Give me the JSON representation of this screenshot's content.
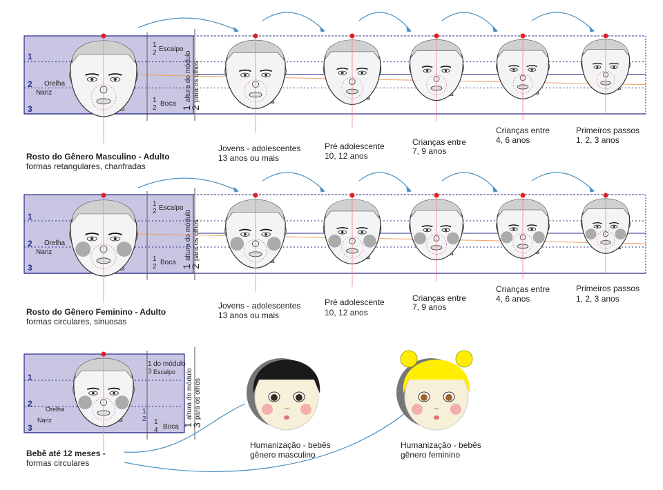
{
  "colors": {
    "panel": "#c9c6e3",
    "guide": "#2a2a8a",
    "accent_line": "#f0a060",
    "arrow": "#4a90c0",
    "center_dot": "#e02020",
    "hair_boy": "#1a1a1a",
    "hair_girl": "#ffee00"
  },
  "rows": [
    {
      "title": "Rosto do Gênero Masculino - Adulto",
      "subtitle": "formas retangulares, chanfradas",
      "annotations": {
        "scalp_fraction_num": "1",
        "scalp_fraction_den": "2",
        "scalp": "Escalpo",
        "ear": "Orelha",
        "nose": "Nariz",
        "mouth_fraction_num": "1",
        "mouth_fraction_den": "2",
        "mouth": "Boca",
        "module_num": "1",
        "module_den": "2",
        "module_line1": "altura do módulo",
        "module_line2": "para os olhos"
      },
      "module_numbers": [
        "1",
        "2",
        "3"
      ],
      "stages": [
        {
          "line1": "Jovens - adolescentes",
          "line2": "13 anos ou mais"
        },
        {
          "line1": "Pré adolescente",
          "line2": "10, 12 anos"
        },
        {
          "line1": "Crianças entre",
          "line2": "7, 9 anos"
        },
        {
          "line1": "Crianças entre",
          "line2": "4, 6 anos"
        },
        {
          "line1": "Primeiros passos",
          "line2": "1, 2, 3 anos"
        }
      ]
    },
    {
      "title": "Rosto do Gênero Feminino - Adulto",
      "subtitle": "formas circulares, sinuosas",
      "annotations": {
        "scalp_fraction_num": "1",
        "scalp_fraction_den": "2",
        "scalp": "Escalpo",
        "ear": "Orelha",
        "nose": "Nariz",
        "mouth_fraction_num": "1",
        "mouth_fraction_den": "2",
        "mouth": "Boca",
        "module_num": "1",
        "module_den": "2",
        "module_line1": "altura do módulo",
        "module_line2": "para os olhos"
      },
      "module_numbers": [
        "1",
        "2",
        "3"
      ],
      "stages": [
        {
          "line1": "Jovens - adolescentes",
          "line2": "13 anos ou mais"
        },
        {
          "line1": "Pré adolescente",
          "line2": "10, 12 anos"
        },
        {
          "line1": "Crianças entre",
          "line2": "7, 9 anos"
        },
        {
          "line1": "Crianças entre",
          "line2": "4, 6 anos"
        },
        {
          "line1": "Primeiros passos",
          "line2": "1, 2, 3 anos"
        }
      ]
    }
  ],
  "baby": {
    "title": "Bebê até 12 meses -",
    "subtitle": "formas circulares",
    "annotations": {
      "scalp_fraction_num": "1",
      "scalp_fraction_den": "3",
      "scalp_a": "do módulo",
      "scalp": "Escalpo",
      "ear": "Orelha",
      "nose": "Nariz",
      "eye_fraction_num": "1",
      "eye_fraction_den": "2",
      "mouth_fraction_num": "1",
      "mouth_fraction_den": "4",
      "mouth": "Boca",
      "module_num": "1",
      "module_den": "3",
      "module_line1": "altura do módulo",
      "module_line2": "para os olhos"
    },
    "module_numbers": [
      "1",
      "2",
      "3"
    ],
    "humanized": [
      {
        "line1": "Humanização - bebês",
        "line2": "gênero masculino"
      },
      {
        "line1": "Humanização - bebês",
        "line2": "gênero feminino"
      }
    ]
  }
}
